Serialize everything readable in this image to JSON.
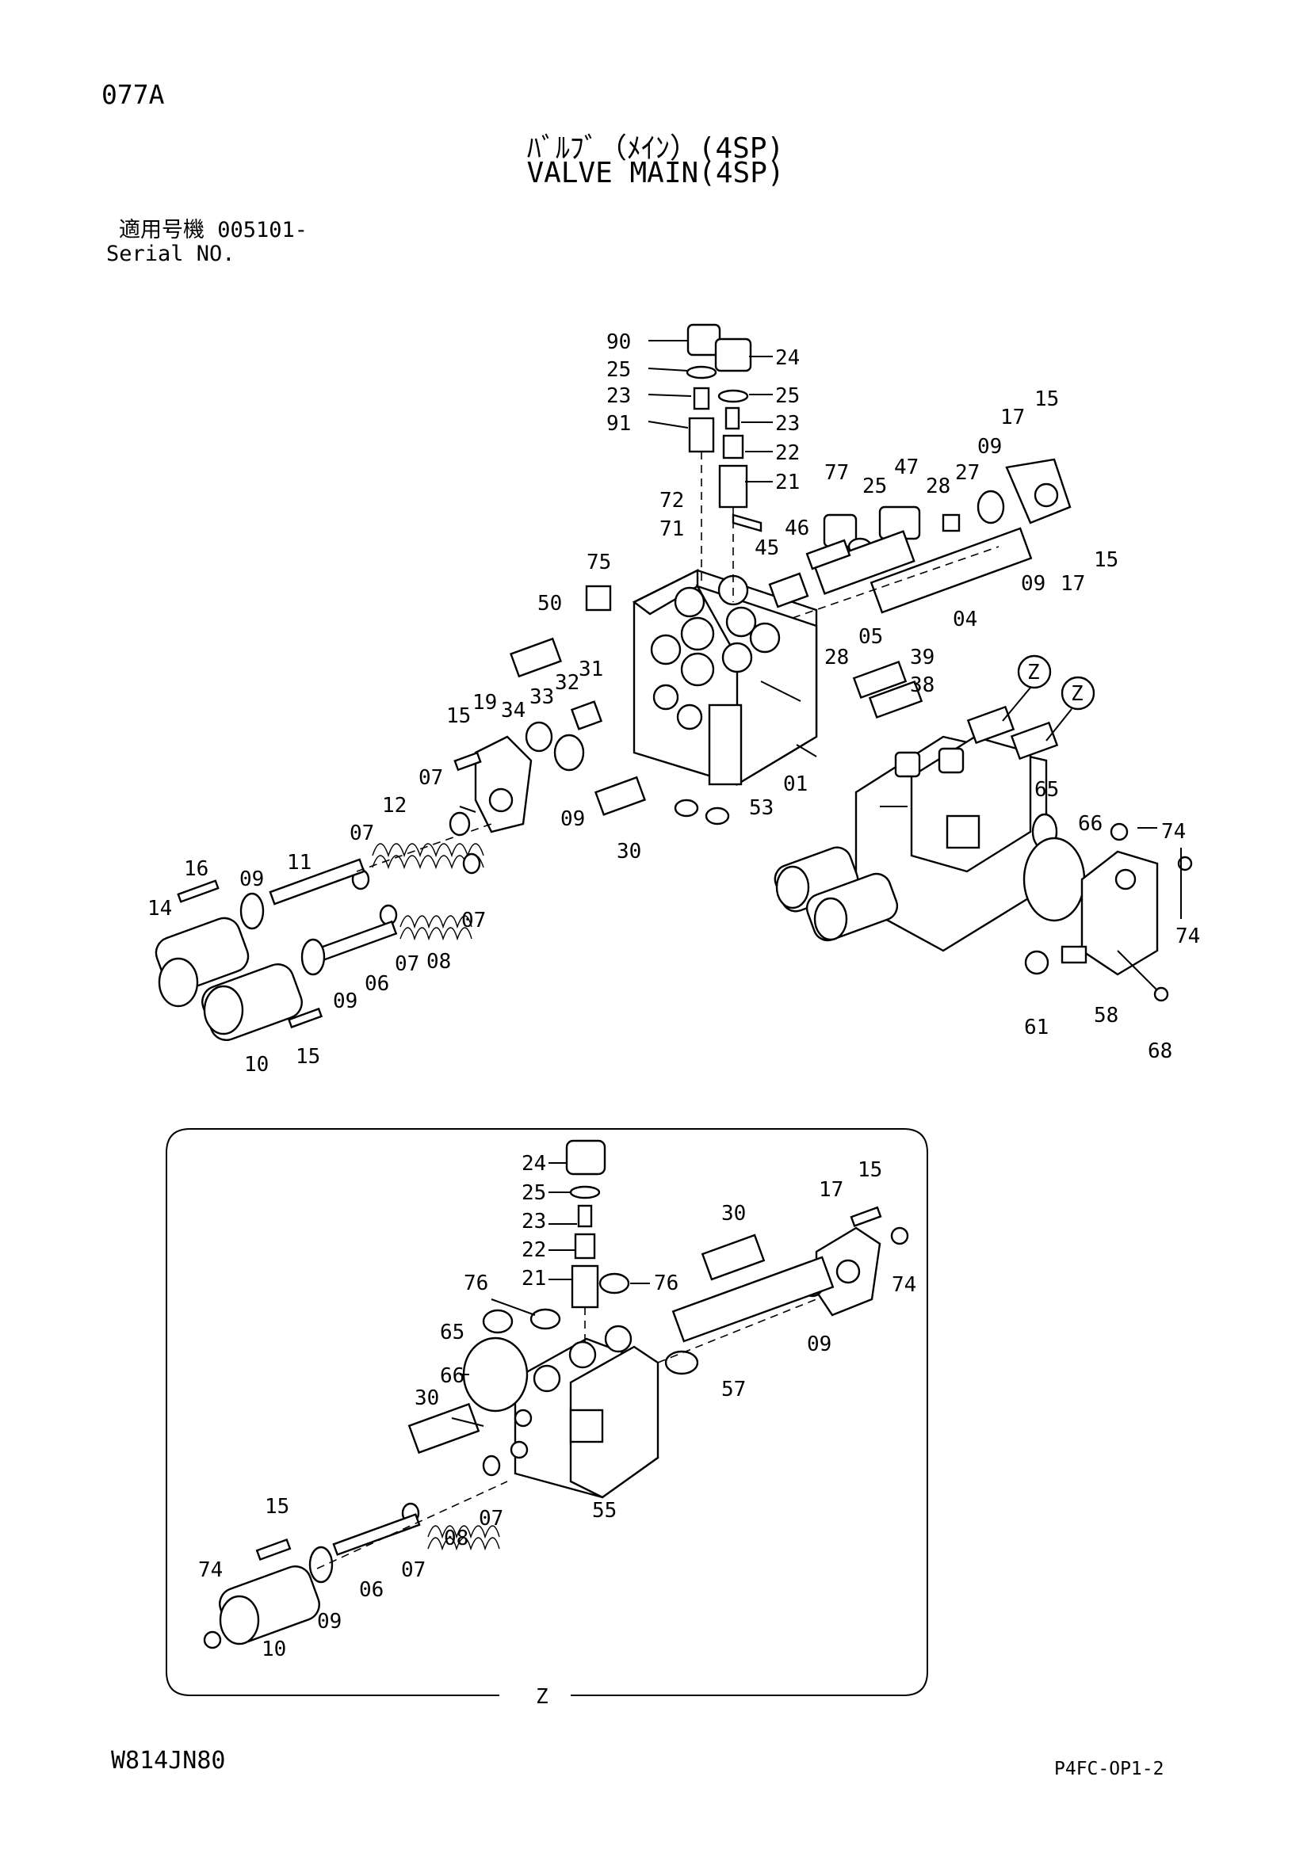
{
  "page_code": "077A",
  "title_jp": "ﾊﾞﾙﾌﾞ（ﾒｲﾝ）(4SP)",
  "title_en": "VALVE MAIN(4SP)",
  "serial_label_jp": "適用号機 005101-",
  "serial_label_en": "Serial NO.",
  "drawing_no": "W814JN80",
  "sheet_code": "P4FC-OP1-2",
  "callouts_main": [
    "90",
    "25",
    "23",
    "91",
    "24",
    "25",
    "23",
    "22",
    "21",
    "72",
    "71",
    "46",
    "45",
    "77",
    "25",
    "47",
    "28",
    "27",
    "09",
    "17",
    "15",
    "15",
    "17",
    "09",
    "04",
    "05",
    "28",
    "39",
    "38",
    "75",
    "50",
    "31",
    "32",
    "33",
    "34",
    "19",
    "15",
    "07",
    "12",
    "07",
    "11",
    "16",
    "09",
    "14",
    "06",
    "07",
    "08",
    "07",
    "09",
    "10",
    "15",
    "30",
    "09",
    "01",
    "53",
    "65",
    "66",
    "74",
    "74",
    "61",
    "58",
    "68"
  ],
  "detail_view": {
    "label": "Z",
    "callouts": [
      "24",
      "25",
      "23",
      "22",
      "21",
      "76",
      "76",
      "30",
      "17",
      "15",
      "74",
      "65",
      "66",
      "30",
      "09",
      "57",
      "55",
      "15",
      "74",
      "06",
      "07",
      "08",
      "07",
      "09",
      "10"
    ]
  },
  "view_markers": [
    "Z",
    "Z"
  ]
}
